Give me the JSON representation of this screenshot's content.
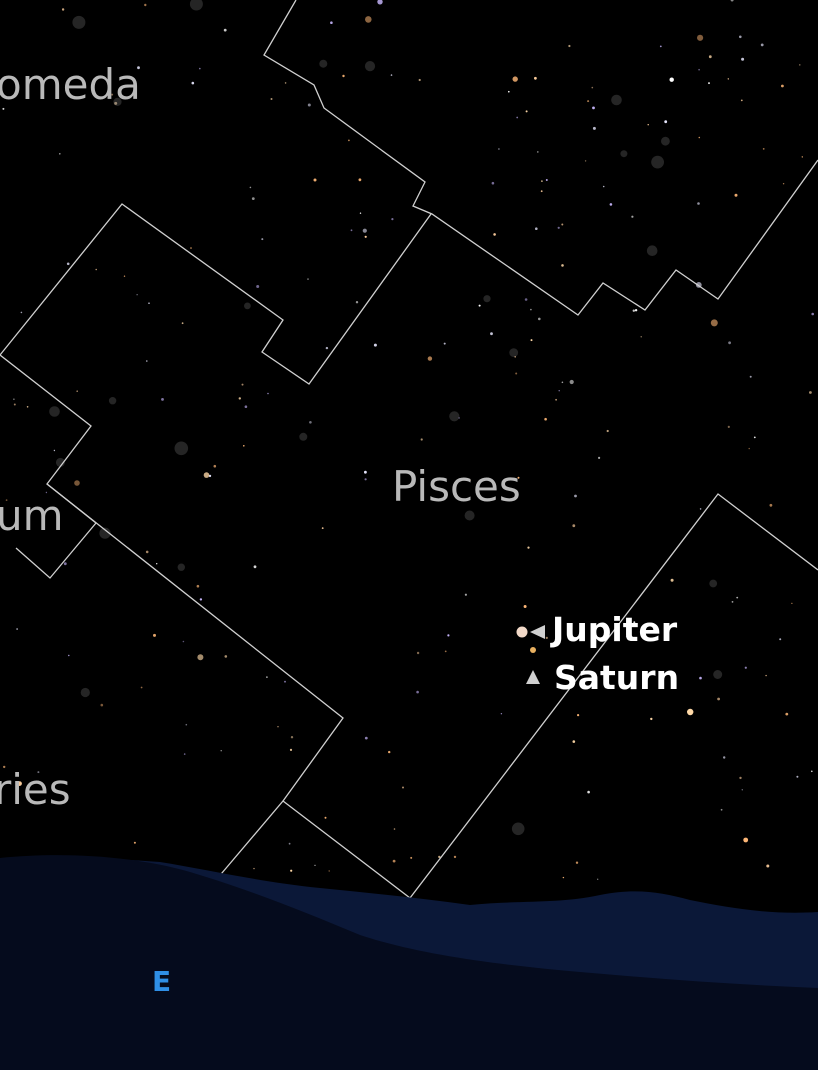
{
  "constellations": {
    "andromeda": "omeda",
    "pisces": "Pisces",
    "triangulum": "um",
    "aries": "ries"
  },
  "planets": {
    "jupiter": {
      "label": "Jupiter",
      "color": "#f2d9c8"
    },
    "saturn": {
      "label": "Saturn",
      "color": "#e8b060"
    }
  },
  "compass": {
    "east": "E",
    "color": "#2f8fe6"
  },
  "colors": {
    "sky": "#000000",
    "boundary": "#d8d8d8",
    "horizon_far": "#0b1838",
    "horizon_near": "#040a1c"
  }
}
